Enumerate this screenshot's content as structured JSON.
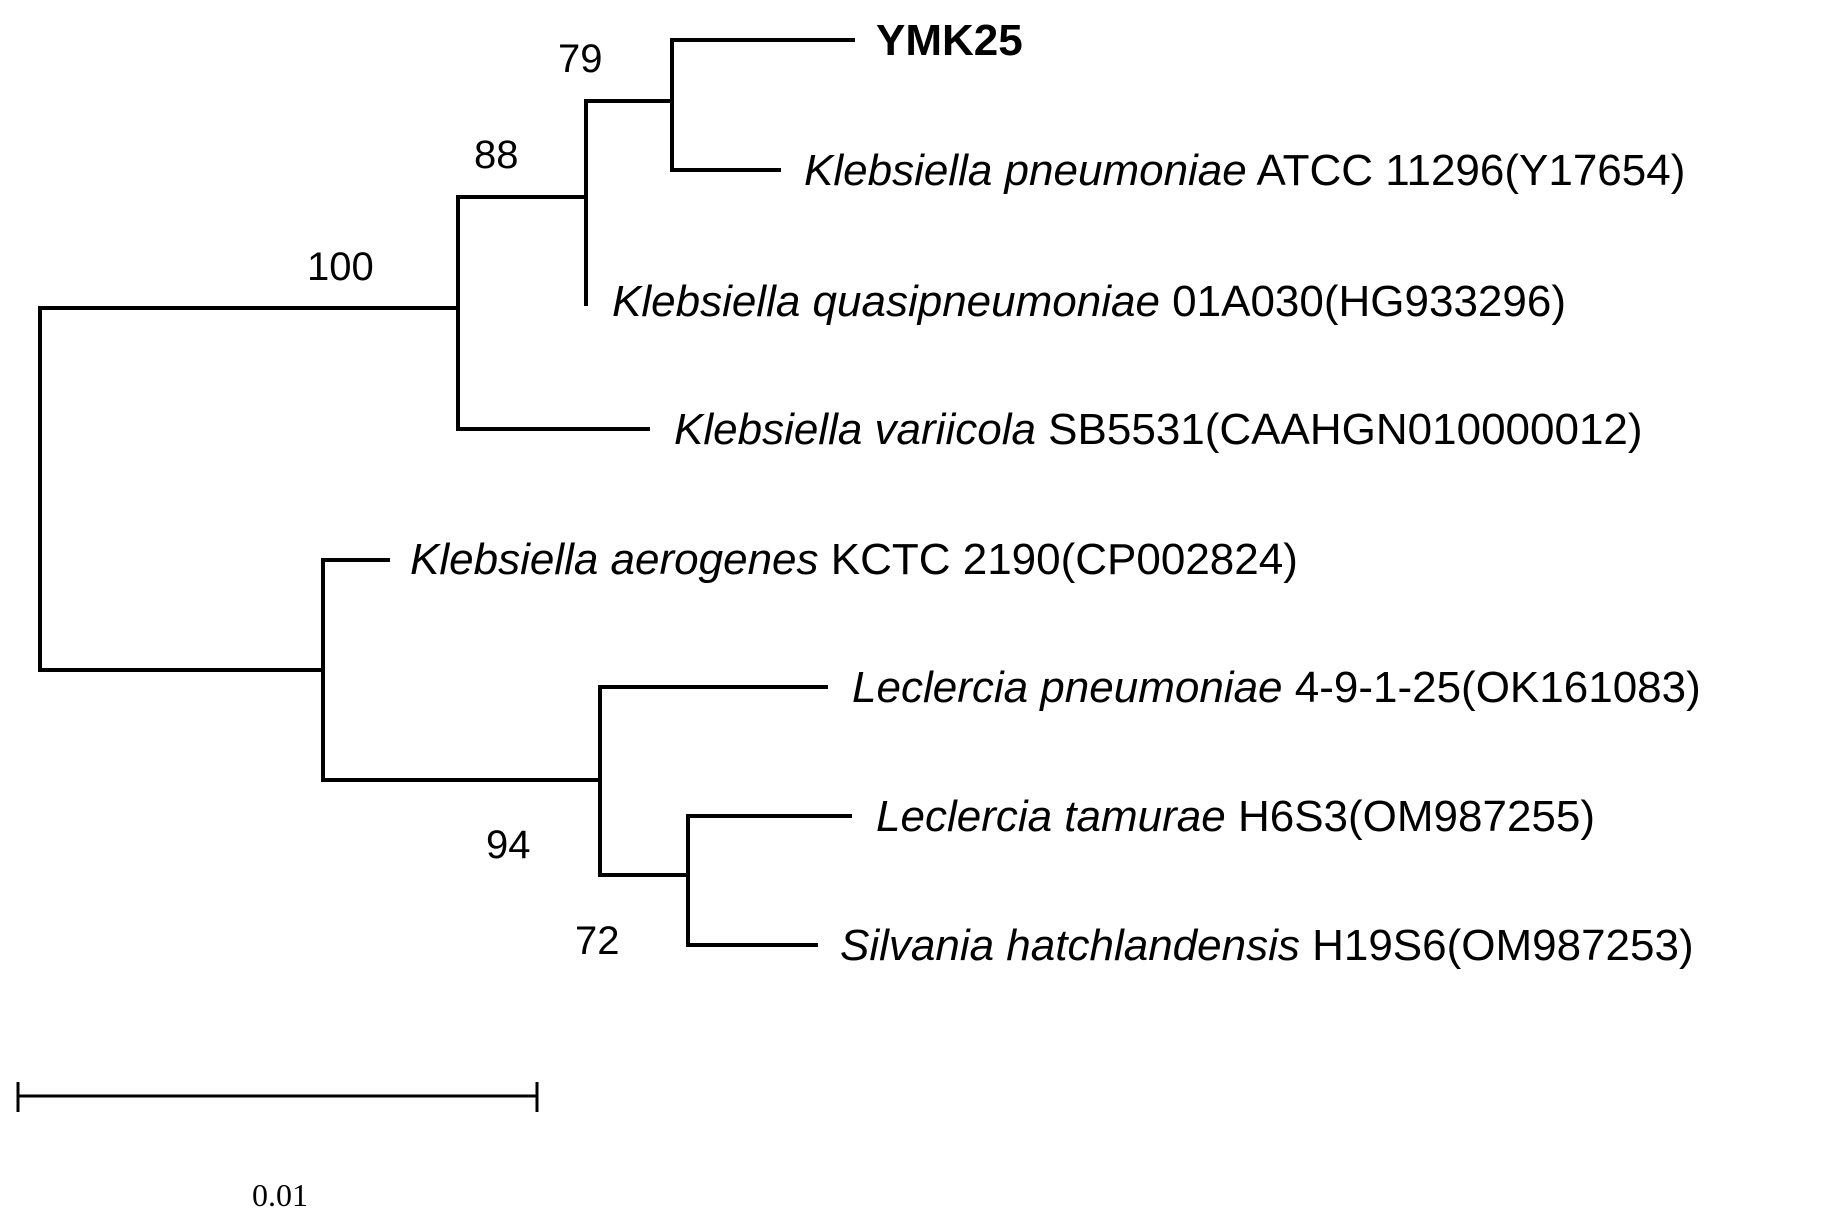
{
  "taxa": [
    {
      "id": "ymk25",
      "label": "YMK25",
      "bold": true
    },
    {
      "id": "kpneu",
      "species": "Klebsiella pneumoniae",
      "strain": " ATCC 11296(Y17654)"
    },
    {
      "id": "kquasi",
      "species": "Klebsiella quasipneumoniae",
      "strain": " 01A030(HG933296)"
    },
    {
      "id": "kvari",
      "species": "Klebsiella variicola",
      "strain": " SB5531(CAAHGN010000012)"
    },
    {
      "id": "kaero",
      "species": "Klebsiella aerogenes",
      "strain": " KCTC 2190(CP002824)"
    },
    {
      "id": "lpneu",
      "species": "Leclercia pneumoniae",
      "strain": " 4-9-1-25(OK161083)"
    },
    {
      "id": "ltamu",
      "species": "Leclercia tamurae",
      "strain": " H6S3(OM987255)"
    },
    {
      "id": "shatch",
      "species": "Silvania hatchlandensis",
      "strain": " H19S6(OM987253)"
    }
  ],
  "bootstrap": {
    "node_ymk25_kpneu": "79",
    "node_kquasi": "88",
    "node_klebsiella": "100",
    "node_leclercia": "94",
    "node_ltamu_shatch": "72"
  },
  "scale_bar": {
    "label": "0.01"
  }
}
